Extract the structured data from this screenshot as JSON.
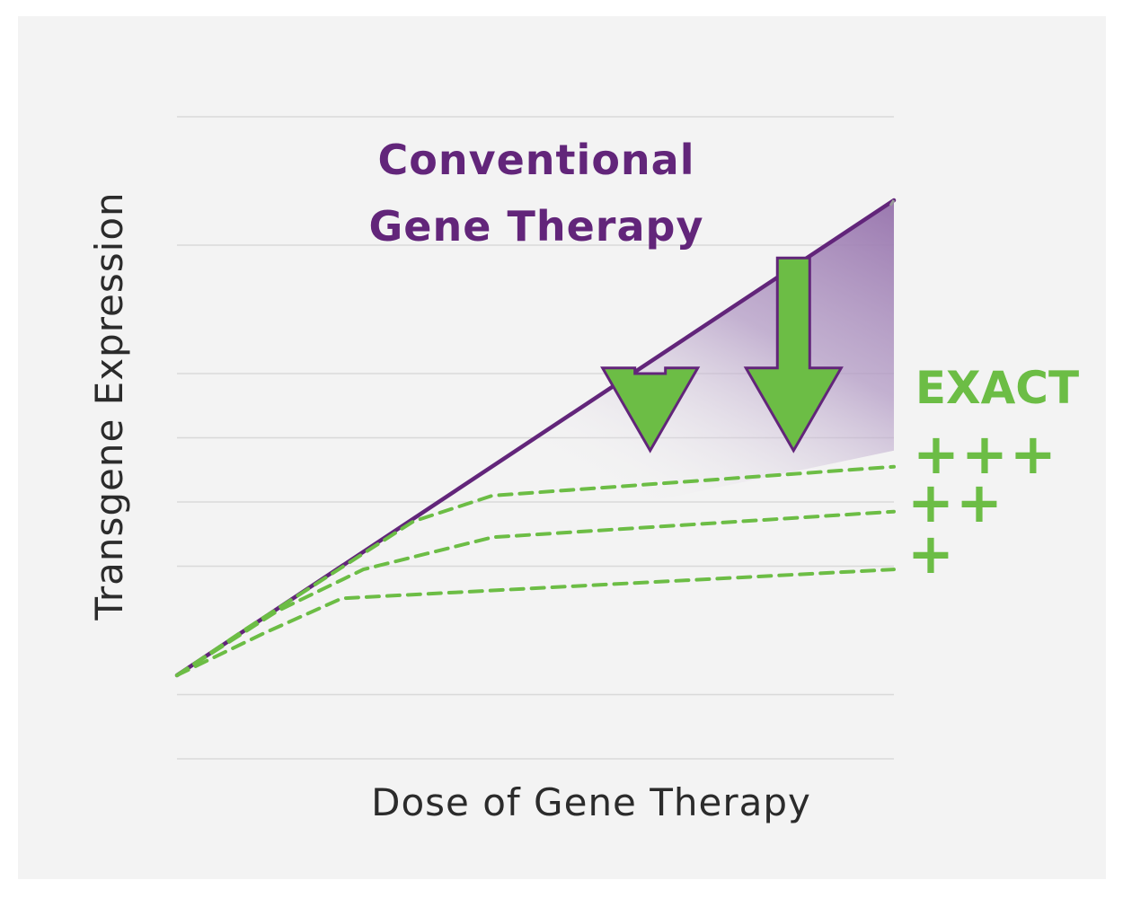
{
  "chart_data": {
    "type": "line",
    "xlabel": "Dose of Gene Therapy",
    "ylabel": "Transgene Expression",
    "x_range": [
      0,
      10
    ],
    "y_range": [
      0,
      10
    ],
    "grid": true,
    "grid_lines_y": [
      1,
      3,
      4,
      5,
      6,
      8
    ],
    "annotations": {
      "conventional_line1": "Conventional",
      "conventional_line2": "Gene Therapy",
      "exact_label": "EXACT"
    },
    "series": [
      {
        "name": "Conventional Gene Therapy",
        "style": "solid",
        "points": [
          [
            0,
            1.3
          ],
          [
            10,
            8.7
          ]
        ]
      },
      {
        "name": "+++",
        "style": "dashed",
        "points": [
          [
            0,
            1.3
          ],
          [
            1,
            2.05
          ],
          [
            3.3,
            3.7
          ],
          [
            4.4,
            4.1
          ],
          [
            10,
            4.55
          ]
        ]
      },
      {
        "name": "++",
        "style": "dashed",
        "points": [
          [
            0,
            1.3
          ],
          [
            1.4,
            2.3
          ],
          [
            2.6,
            2.95
          ],
          [
            4.4,
            3.45
          ],
          [
            10,
            3.85
          ]
        ]
      },
      {
        "name": "+",
        "style": "dashed",
        "points": [
          [
            0,
            1.3
          ],
          [
            1.2,
            1.95
          ],
          [
            2.3,
            2.5
          ],
          [
            10,
            2.95
          ]
        ]
      }
    ],
    "arrows": [
      {
        "x": 6.6,
        "from_y": 6.0,
        "to_y": 4.8
      },
      {
        "x": 8.6,
        "from_y": 7.8,
        "to_y": 4.8
      }
    ]
  },
  "colors": {
    "conventional": "#62257a",
    "exact": "#6cbd45",
    "grid": "#d9d9d9",
    "background": "#f3f3f3"
  }
}
